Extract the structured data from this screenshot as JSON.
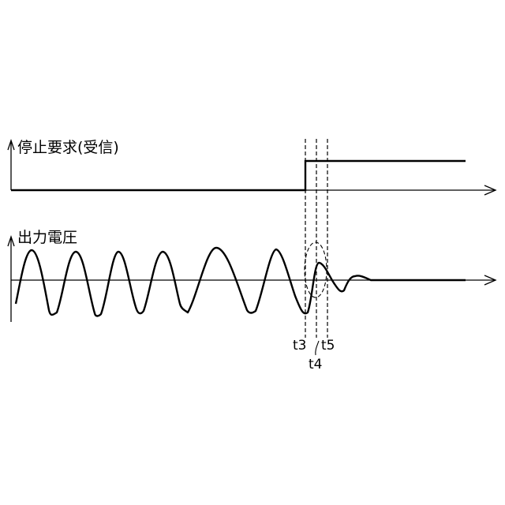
{
  "signals": {
    "stop_request": {
      "label": "停止要求(受信)"
    },
    "output_voltage": {
      "label": "出力電圧"
    }
  },
  "time_markers": {
    "t3": "t3",
    "t4": "t4",
    "t5": "t5"
  },
  "colors": {
    "ink": "#000000",
    "background": "#ffffff"
  }
}
